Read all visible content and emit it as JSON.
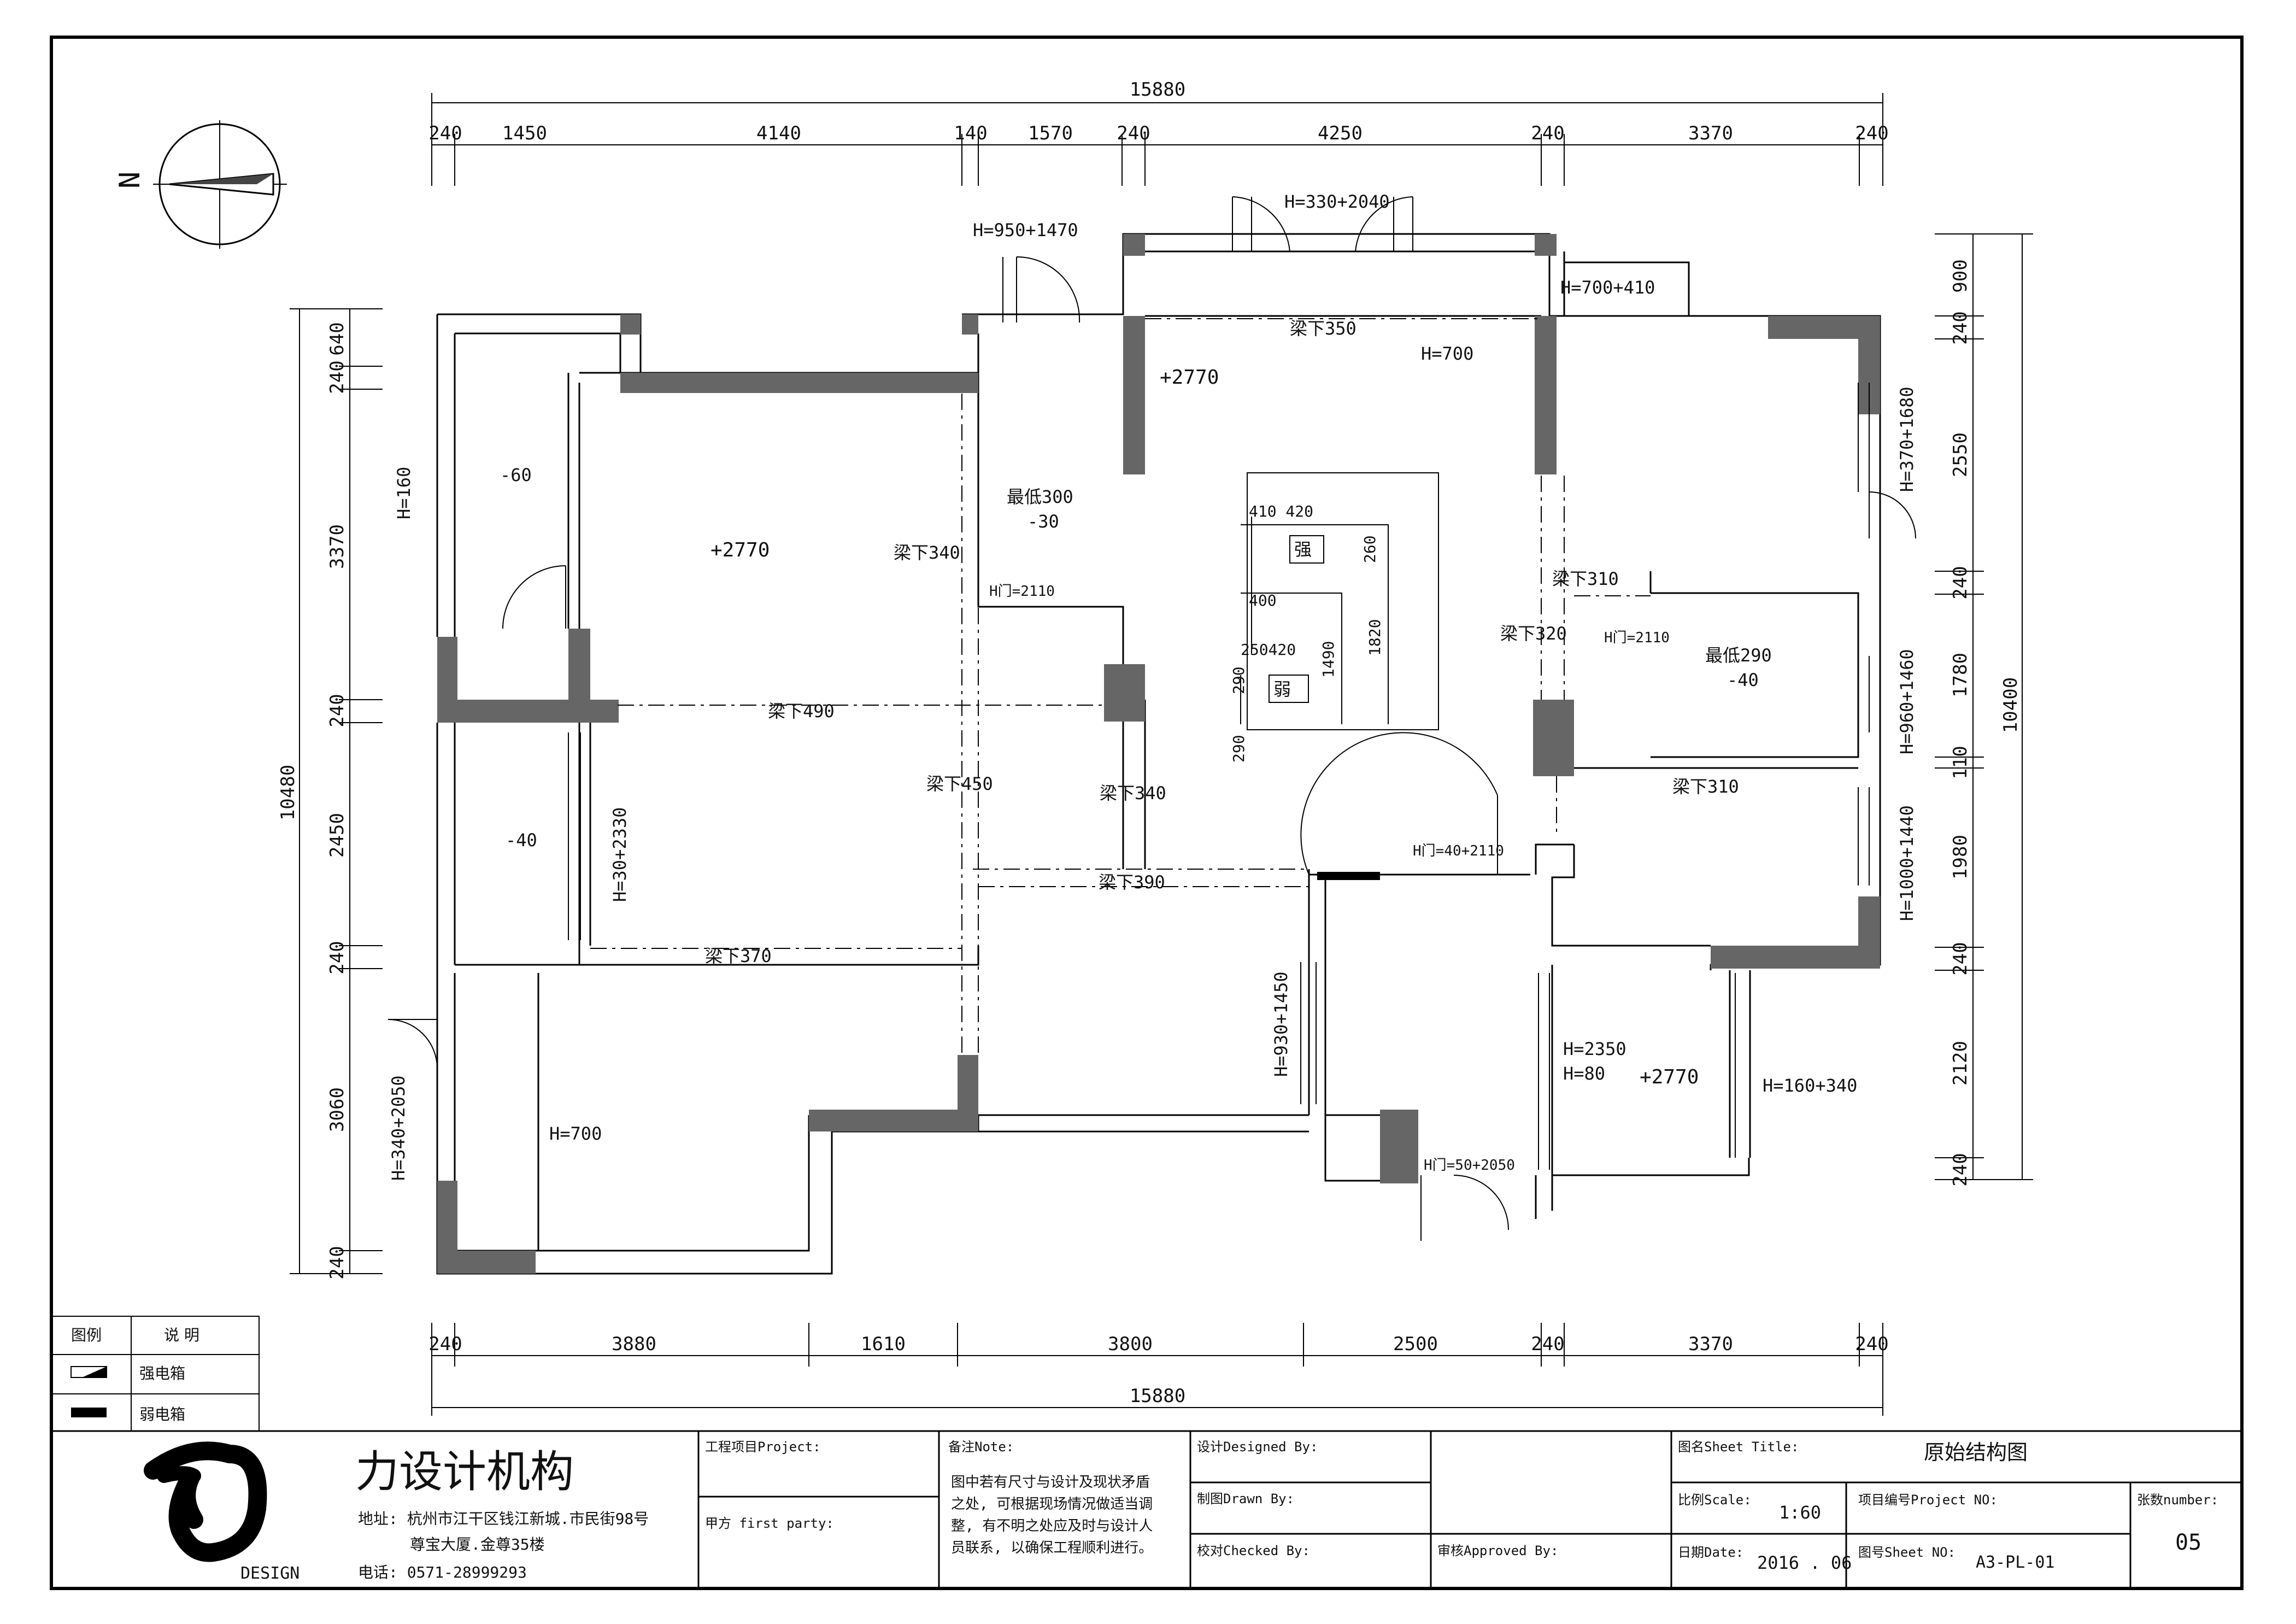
{
  "north_label": "N",
  "dims_top": {
    "total": "15880",
    "segments": [
      "240",
      "1450",
      "4140",
      "140",
      "1570",
      "240",
      "4250",
      "240",
      "3370",
      "240"
    ]
  },
  "dims_bottom": {
    "total": "15880",
    "segments": [
      "240",
      "3880",
      "1610",
      "3800",
      "2500",
      "240",
      "3370",
      "240"
    ]
  },
  "dims_left": {
    "total": "10480",
    "segments": [
      "240",
      "640",
      "3370",
      "240",
      "2450",
      "240",
      "3060",
      "240"
    ]
  },
  "dims_right": {
    "total": "10400",
    "segments": [
      "900",
      "240",
      "2550",
      "240",
      "1780",
      "110",
      "1980",
      "240",
      "2120",
      "240"
    ]
  },
  "labels": {
    "w_top_center": "H=330+2040",
    "w_top_left": "H=950+1470",
    "w_top_right": "H=700+410",
    "beam_top": "梁下350",
    "h700_top": "H=700",
    "level_living": "+2770",
    "level_bedroom": "+2770",
    "level_bottom": "+2770",
    "h160_left": "H=160",
    "minus60": "-60",
    "min300": "最低300",
    "m30": "-30",
    "beam340a": "梁下340",
    "door2110a": "H门=2110",
    "strong": "强",
    "weak": "弱",
    "d410_420": "410 420",
    "d260": "260",
    "d400": "400",
    "d1490": "1490",
    "d1820": "1820",
    "d250_420": "250420",
    "d290a": "290",
    "d290b": "290",
    "beam310a": "梁下310",
    "beam320": "梁下320",
    "door2110b": "H门=2110",
    "min290": "最低290",
    "m40a": "-40",
    "h370_1680": "H=370+1680",
    "h960_1460": "H=960+1460",
    "h1000_1440": "H=1000+1440",
    "beam490": "梁下490",
    "beam450": "梁下450",
    "beam340b": "梁下340",
    "beam310b": "梁下310",
    "m40b": "-40",
    "h30_2330": "H=30+2330",
    "door40_2110": "H门=40+2110",
    "beam390": "梁下390",
    "beam370": "梁下370",
    "h930_1450": "H=930+1450",
    "h2350": "H=2350",
    "h80": "H=80",
    "h160_340": "H=160+340",
    "h340_2050": "H=340+2050",
    "h700_bottom": "H=700",
    "door50_2050": "H门=50+2050"
  },
  "legend": {
    "header_left": "图例",
    "header_right": "说  明",
    "row1": "强电箱",
    "row2": "弱电箱"
  },
  "title_block": {
    "company": "力设计机构",
    "brand": "DESIGN",
    "address1": "地址: 杭州市江干区钱江新城.市民街98号",
    "address2": "尊宝大厦.金尊35楼",
    "phone": "电话: 0571-28999293",
    "project": "工程项目Project:",
    "client": "甲方 first party:",
    "note_label": "备注Note:",
    "note1": "图中若有尺寸与设计及现状矛盾",
    "note2": "之处, 可根据现场情况做适当调",
    "note3": "整, 有不明之处应及时与设计人",
    "note4": "员联系, 以确保工程顺利进行。",
    "designed": "设计Designed By:",
    "drawn": "制图Drawn By:",
    "checked": "校对Checked By:",
    "approved": "审核Approved By:",
    "sheet_title_label": "图名Sheet Title:",
    "sheet_title": "原始结构图",
    "scale_label": "比例Scale:",
    "scale": "1:60",
    "project_no_label": "项目编号Project NO:",
    "count_label": "张数number:",
    "count": "05",
    "date_label": "日期Date:",
    "date": "2016 . 06",
    "drawing_no_label": "图号Sheet NO:",
    "drawing_no": "A3-PL-01"
  }
}
